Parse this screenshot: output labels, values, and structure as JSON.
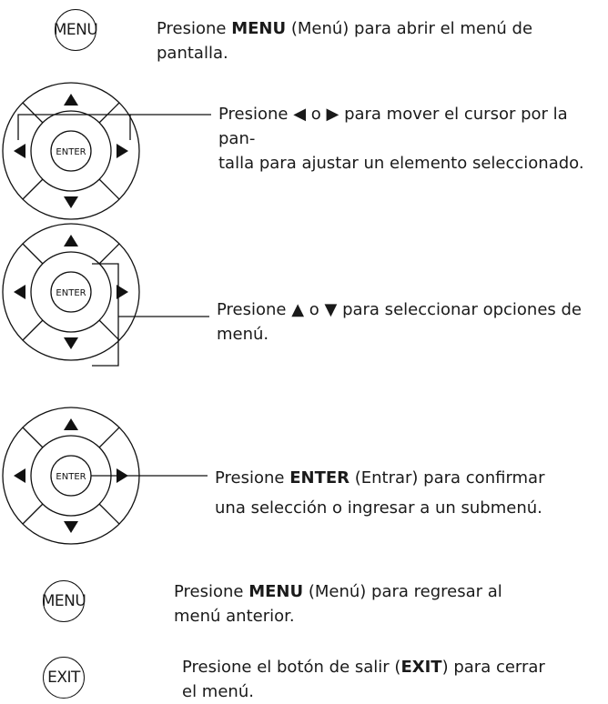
{
  "menu_label": "MENU",
  "enter_label": "ENTER",
  "exit_label": "EXIT",
  "rows": [
    {
      "pre": "Presione ",
      "bold": "MENU",
      "post": " (Menú) para abrir el menú de pantalla."
    },
    {
      "line1": "Presione ◀ o ▶ para mover el cursor por la pan-",
      "line2": "talla para ajustar un elemento seleccionado."
    },
    {
      "line1": "Presione ▲ o ▼ para seleccionar opciones de",
      "line2": "menú."
    },
    {
      "pre": "Presione ",
      "bold": "ENTER",
      "post": " (Entrar) para confirmar",
      "line2": "una selección o ingresar a un submenú."
    },
    {
      "pre": "Presione ",
      "bold": "MENU",
      "post": " (Menú) para regresar al",
      "line2": "menú anterior."
    },
    {
      "pre": "Presione el botón de salir (",
      "bold": "EXIT",
      "post": ") para cerrar",
      "line2": "el menú."
    }
  ]
}
